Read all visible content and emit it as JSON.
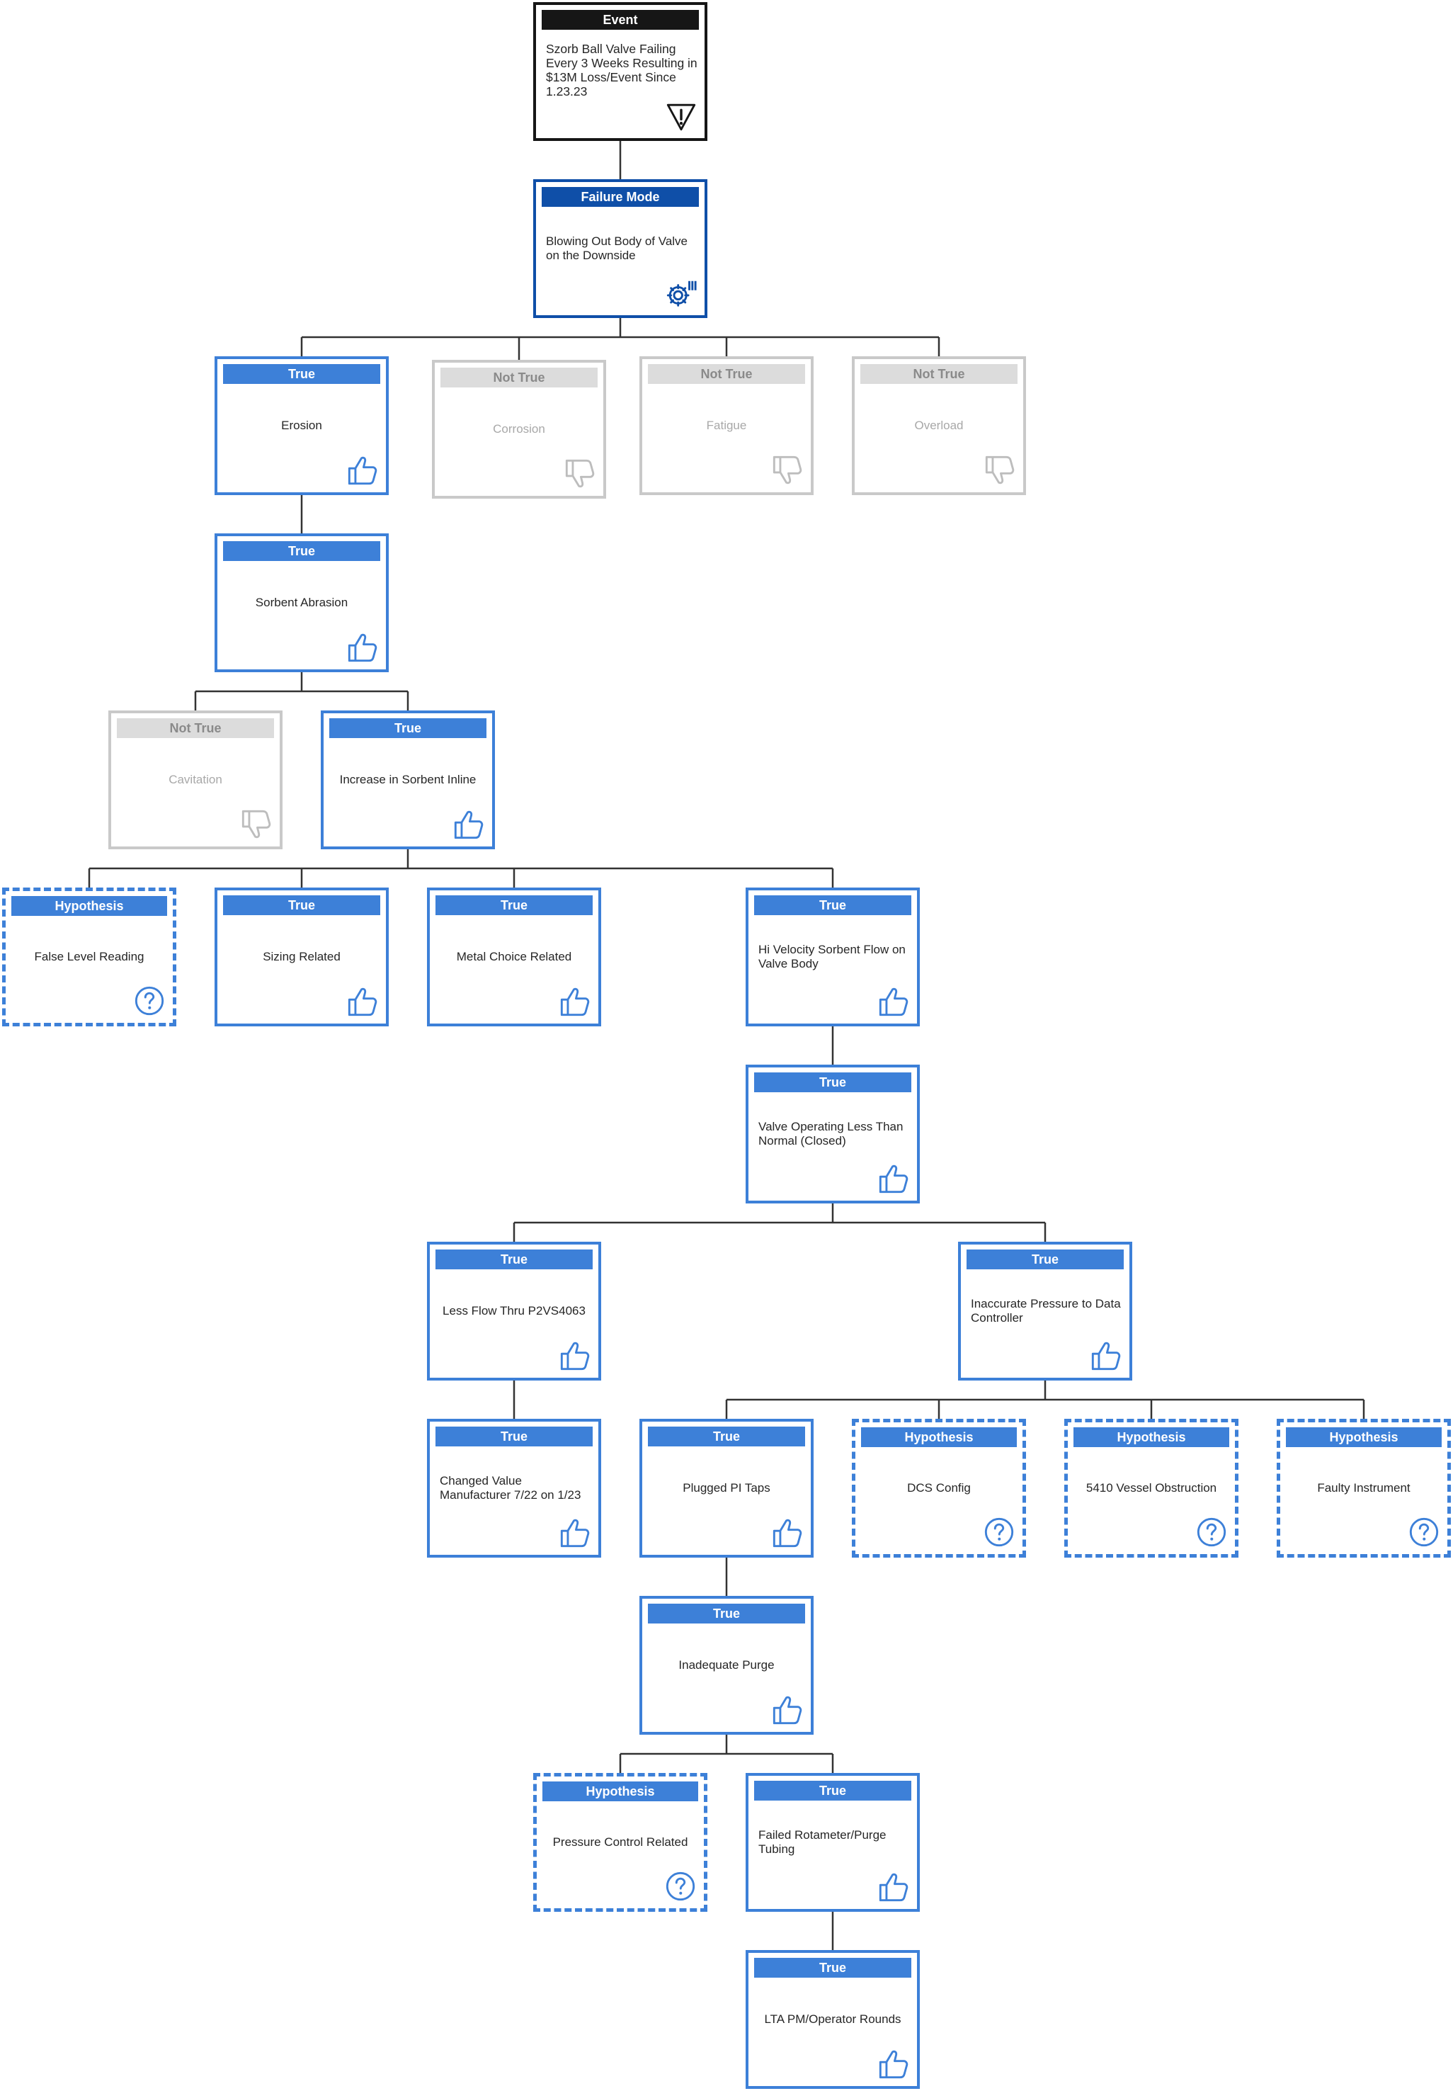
{
  "colors": {
    "true": "#3d80d8",
    "failure_mode": "#0f4fa8",
    "event": "#161616",
    "not_true": "#c9c9c9",
    "connector": "#333333"
  },
  "nodes": [
    {
      "id": "event",
      "status": "Event",
      "text": "Szorb Ball Valve Failing Every 3 Weeks Resulting in $13M Loss/Event Since 1.23.23",
      "icon": "warning-icon",
      "parent": null
    },
    {
      "id": "failure",
      "status": "Failure Mode",
      "text": "Blowing Out Body of Valve on the Downside",
      "icon": "gear-chart-icon",
      "parent": "event"
    },
    {
      "id": "erosion",
      "status": "True",
      "text": "Erosion",
      "icon": "thumbs-up-icon",
      "parent": "failure"
    },
    {
      "id": "corrosion",
      "status": "Not True",
      "text": "Corrosion",
      "icon": "thumbs-down-icon",
      "parent": "failure"
    },
    {
      "id": "fatigue",
      "status": "Not True",
      "text": "Fatigue",
      "icon": "thumbs-down-icon",
      "parent": "failure"
    },
    {
      "id": "overload",
      "status": "Not True",
      "text": "Overload",
      "icon": "thumbs-down-icon",
      "parent": "failure"
    },
    {
      "id": "sorbent-abrasion",
      "status": "True",
      "text": "Sorbent Abrasion",
      "icon": "thumbs-up-icon",
      "parent": "erosion"
    },
    {
      "id": "cavitation",
      "status": "Not True",
      "text": "Cavitation",
      "icon": "thumbs-down-icon",
      "parent": "sorbent-abrasion"
    },
    {
      "id": "increase-sorbent",
      "status": "True",
      "text": "Increase in Sorbent Inline",
      "icon": "thumbs-up-icon",
      "parent": "sorbent-abrasion"
    },
    {
      "id": "false-level",
      "status": "Hypothesis",
      "text": "False Level Reading",
      "icon": "question-icon",
      "parent": "increase-sorbent"
    },
    {
      "id": "sizing",
      "status": "True",
      "text": "Sizing Related",
      "icon": "thumbs-up-icon",
      "parent": "increase-sorbent"
    },
    {
      "id": "metal-choice",
      "status": "True",
      "text": "Metal Choice Related",
      "icon": "thumbs-up-icon",
      "parent": "increase-sorbent"
    },
    {
      "id": "hi-velocity",
      "status": "True",
      "text": "Hi Velocity Sorbent Flow on Valve Body",
      "icon": "thumbs-up-icon",
      "parent": "increase-sorbent"
    },
    {
      "id": "valve-operating",
      "status": "True",
      "text": "Valve Operating Less Than Normal (Closed)",
      "icon": "thumbs-up-icon",
      "parent": "hi-velocity"
    },
    {
      "id": "less-flow",
      "status": "True",
      "text": "Less Flow Thru P2VS4063",
      "icon": "thumbs-up-icon",
      "parent": "valve-operating"
    },
    {
      "id": "inaccurate-pressure",
      "status": "True",
      "text": "Inaccurate Pressure to Data Controller",
      "icon": "thumbs-up-icon",
      "parent": "valve-operating"
    },
    {
      "id": "changed-value",
      "status": "True",
      "text": "Changed Value Manufacturer 7/22 on 1/23",
      "icon": "thumbs-up-icon",
      "parent": "less-flow"
    },
    {
      "id": "plugged-pi",
      "status": "True",
      "text": "Plugged PI Taps",
      "icon": "thumbs-up-icon",
      "parent": "inaccurate-pressure"
    },
    {
      "id": "dcs-config",
      "status": "Hypothesis",
      "text": "DCS Config",
      "icon": "question-icon",
      "parent": "inaccurate-pressure"
    },
    {
      "id": "vessel-obstruction",
      "status": "Hypothesis",
      "text": "5410 Vessel Obstruction",
      "icon": "question-icon",
      "parent": "inaccurate-pressure"
    },
    {
      "id": "faulty-instrument",
      "status": "Hypothesis",
      "text": "Faulty Instrument",
      "icon": "question-icon",
      "parent": "inaccurate-pressure"
    },
    {
      "id": "inadequate-purge",
      "status": "True",
      "text": "Inadequate Purge",
      "icon": "thumbs-up-icon",
      "parent": "plugged-pi"
    },
    {
      "id": "pressure-control",
      "status": "Hypothesis",
      "text": "Pressure Control Related",
      "icon": "question-icon",
      "parent": "inadequate-purge"
    },
    {
      "id": "failed-rotameter",
      "status": "True",
      "text": "Failed Rotameter/Purge Tubing",
      "icon": "thumbs-up-icon",
      "parent": "inadequate-purge"
    },
    {
      "id": "lta-pm",
      "status": "True",
      "text": "LTA PM/Operator Rounds",
      "icon": "thumbs-up-icon",
      "parent": "failed-rotameter"
    }
  ]
}
